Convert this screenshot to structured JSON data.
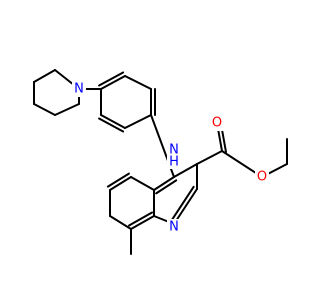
{
  "molecule": {
    "atoms": [
      {
        "id": "N1",
        "label": "N",
        "color": "#0000ff"
      },
      {
        "id": "N2",
        "label": "N",
        "color": "#0000ff"
      },
      {
        "id": "NH",
        "label": "N",
        "color": "#0000ff"
      },
      {
        "id": "H",
        "label": "H",
        "color": "#0000ff"
      },
      {
        "id": "O1",
        "label": "O",
        "color": "#ff0000"
      },
      {
        "id": "O2",
        "label": "O",
        "color": "#ff0000"
      }
    ],
    "bond_color": "#000000",
    "background": "#ffffff"
  }
}
